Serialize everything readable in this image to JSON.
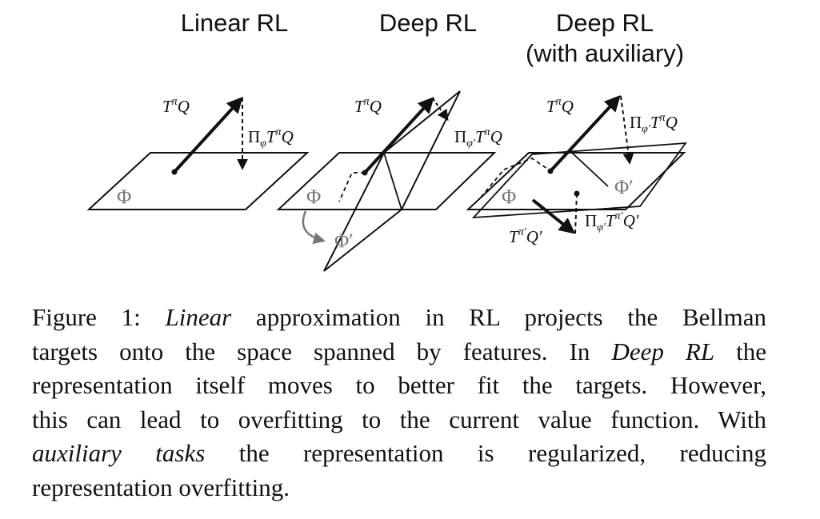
{
  "panels": [
    {
      "title": "Linear RL"
    },
    {
      "title": "Deep RL"
    },
    {
      "title": "Deep RL\n(with auxiliary)"
    }
  ],
  "labels": {
    "target": "T",
    "target_sup": "π",
    "q": "Q",
    "proj_pi": "Π",
    "proj_sub_phi": "φ",
    "proj_sub_phi_prime": "φ′",
    "phi": "Φ",
    "phi_prime": "Φ′",
    "target_prime_sup": "π′",
    "q_prime": "Q′"
  },
  "caption": {
    "l1a": "Figure 1: ",
    "l1b": "Linear",
    "l1c": " approximation in RL projects the Bellman",
    "l2a": "targets onto the space spanned by features. In ",
    "l2b": "Deep RL",
    "l2c": " the",
    "l3": "representation itself moves to better fit the targets. However,",
    "l4": "this can lead to overfitting to the current value function. With",
    "l5a": "auxiliary tasks",
    "l5b": " the representation is regularized, reducing",
    "l6": "representation overfitting."
  }
}
